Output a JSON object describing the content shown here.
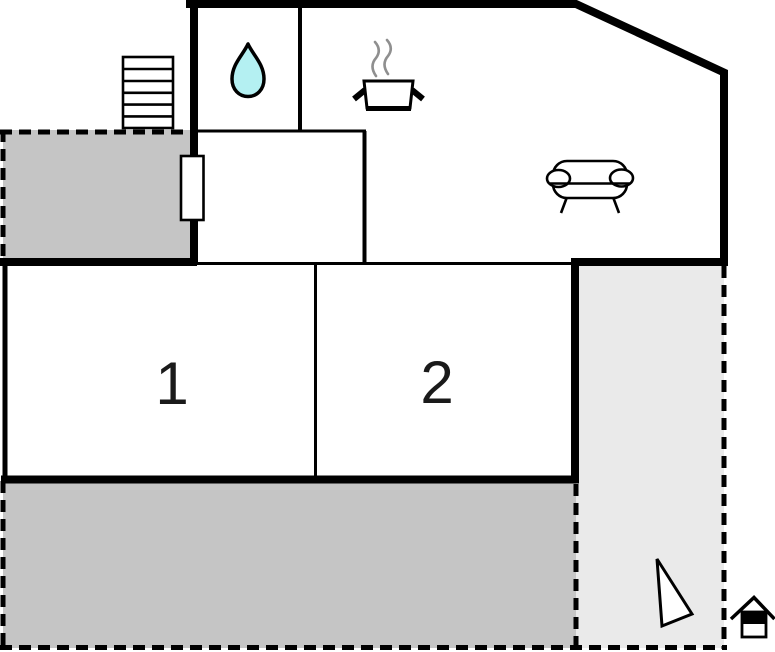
{
  "floorplan": {
    "room_labels": [
      {
        "id": "room-1",
        "label": "1"
      },
      {
        "id": "room-2",
        "label": "2"
      }
    ],
    "icons": {
      "stairs": "staircase",
      "entrance_door": "door-opening",
      "water_drop": "bathroom-water-drop",
      "cooking_pot": "kitchen-pot-with-steam",
      "sofa": "living-room-sofa",
      "north_arrow": "compass-needle",
      "house_marker": "house-symbol"
    },
    "colors": {
      "wall": "#000000",
      "terrace_dark": "#c5c5c5",
      "terrace_light": "#eaeaea",
      "water_drop_fill": "#b4f0f2",
      "steam": "#8f8f8f",
      "floor": "#ffffff"
    }
  }
}
